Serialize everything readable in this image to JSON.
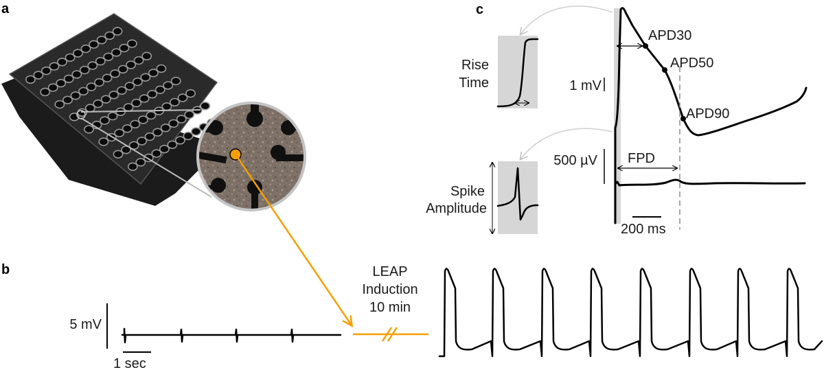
{
  "panels": {
    "a": "a",
    "b": "b",
    "c": "c"
  },
  "panel_b": {
    "scale_voltage": "5 mV",
    "scale_time": "1 sec",
    "leap_line1": "LEAP",
    "leap_line2": "Induction",
    "leap_line3": "10 min"
  },
  "panel_c": {
    "rise_time_line1": "Rise",
    "rise_time_line2": "Time",
    "scale_ap_voltage": "1 mV",
    "scale_fp_voltage": "500 µV",
    "scale_time": "200 ms",
    "apd30": "APD30",
    "apd50": "APD50",
    "apd90": "APD90",
    "fpd": "FPD",
    "spike_line1": "Spike",
    "spike_line2": "Amplitude"
  },
  "colors": {
    "accent_orange": "#f5a000",
    "highlight_gray": "#d6d6d6",
    "trace": "#000000"
  }
}
